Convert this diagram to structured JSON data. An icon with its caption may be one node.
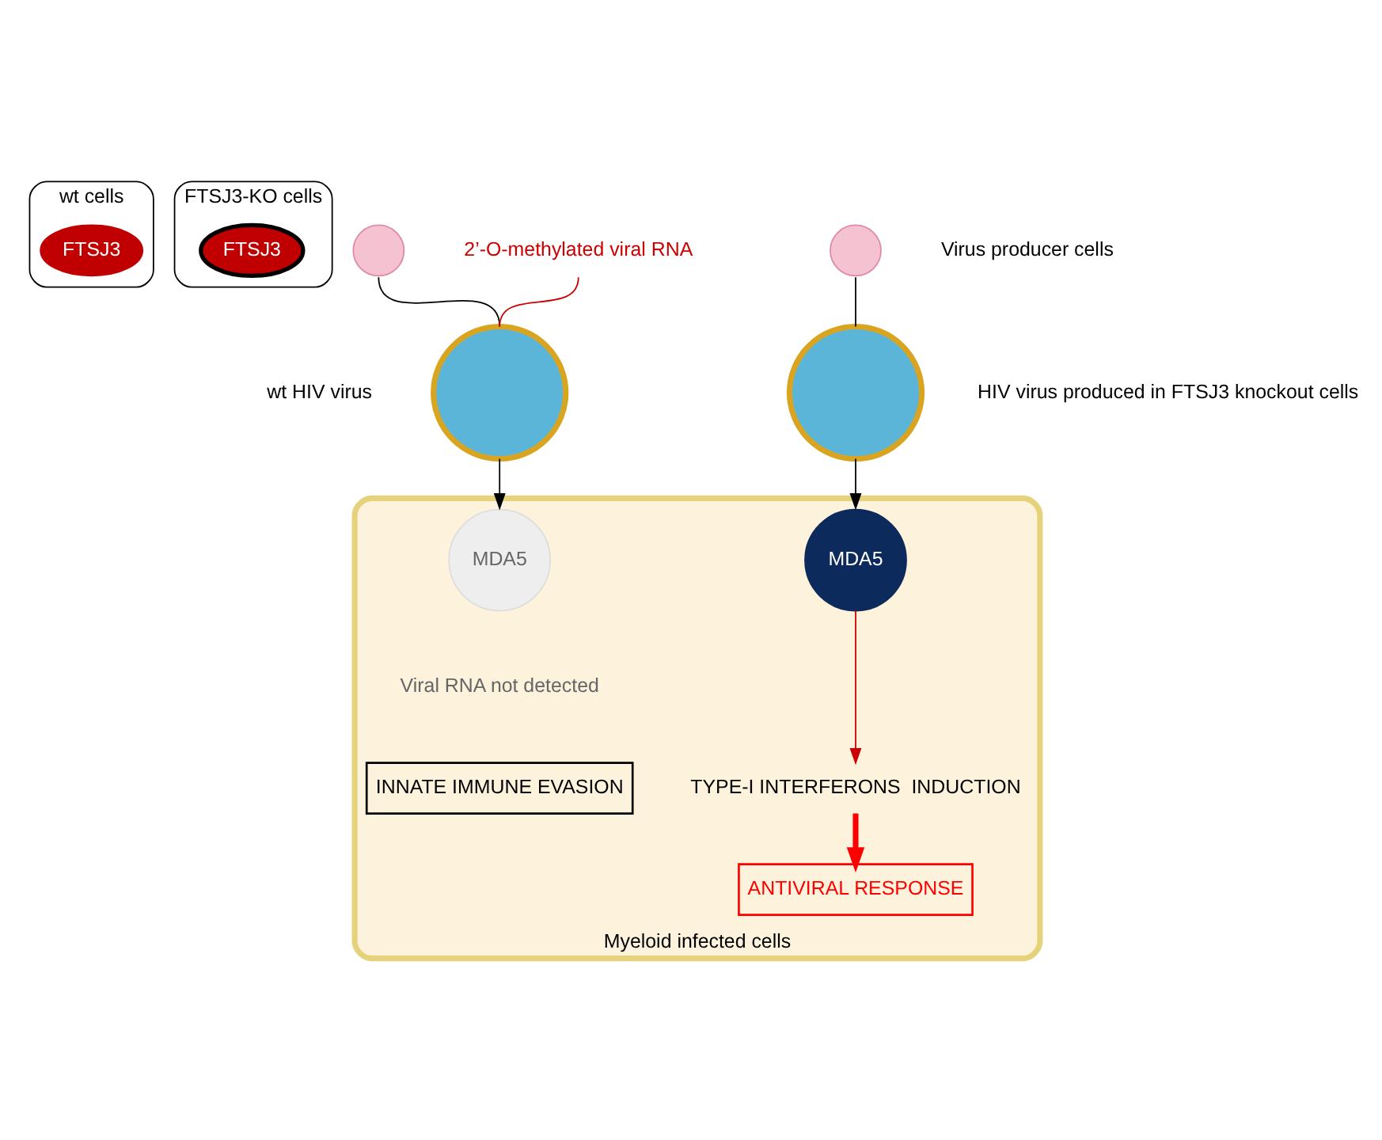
{
  "diagram": {
    "nodes": [
      {
        "text": [
          "wt cells"
        ]
      },
      {
        "text": [
          "FTSJ3"
        ],
        "in": 0
      },
      {
        "text": [
          "FTSJ3-KO cells"
        ]
      },
      {
        "text": [
          "FTSJ3"
        ],
        "in": 2
      },
      {
        "text": [],
        "shape": "circle"
      },
      {
        "text": [],
        "shape": "circle"
      },
      {
        "text": [],
        "shape": "circle",
        "beside": [
          "wt HIV virus"
        ]
      },
      {
        "text": [],
        "shape": "circle",
        "beside": [
          "HIV virus produced in FTSJ3 knockout cells"
        ]
      },
      {
        "text": [
          "2’-O-methylated viral RNA"
        ]
      },
      {
        "text": [
          "Myeloid infected cells"
        ]
      },
      {
        "text": [
          "MDA5"
        ],
        "in": 9,
        "beside": [
          "Viral RNA not detected"
        ]
      },
      {
        "text": [
          "MDA5"
        ],
        "in": 9
      },
      {
        "text": [
          "TYPE-I INTERFERONS  INDUCTION"
        ],
        "in": 9
      },
      {
        "text": [
          "INNATE IMMUNE EVASION"
        ],
        "in": 9
      },
      {
        "text": [
          "ANTIVIRAL RESPONSE"
        ],
        "in": 9
      }
    ],
    "edges": [
      {
        "from": 4,
        "to": 6,
        "arrow": "none"
      },
      {
        "from": 5,
        "to": 7,
        "arrow": "none"
      },
      {
        "from": 8,
        "to": 6,
        "arrow": "none",
        "color": "#cc0000"
      },
      {
        "from": 6,
        "to": 10,
        "arrow": "to"
      },
      {
        "from": 7,
        "to": 11,
        "arrow": "to"
      },
      {
        "from": 11,
        "to": 12,
        "arrow": "to",
        "color": "#cc0000"
      },
      {
        "from": 12,
        "to": 14,
        "arrow": "to",
        "style": "thick",
        "color": "#ff0000"
      }
    ],
    "labels": [
      "Virus producer cells"
    ]
  }
}
